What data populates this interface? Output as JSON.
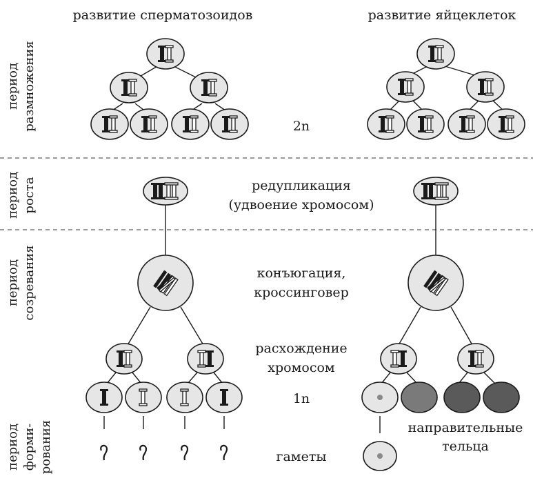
{
  "columns": {
    "sperm": "развитие сперматозоидов",
    "egg": "развитие яйцеклеток"
  },
  "periods": {
    "reproduction": [
      "период",
      "размножения"
    ],
    "growth": [
      "период",
      "роста"
    ],
    "maturation": [
      "период",
      "созревания"
    ],
    "formation": [
      "период",
      "форми-",
      "рования"
    ]
  },
  "annotations": {
    "diploid": "2n",
    "replication_1": "редупликация",
    "replication_2": "(удвоение хромосом)",
    "conjugation_1": "конъюгация,",
    "conjugation_2": "кроссинговер",
    "divergence_1": "расхождение",
    "divergence_2": "хромосом",
    "haploid": "1n",
    "polar_1": "направительные",
    "polar_2": "тельца",
    "gametes": "гаметы"
  },
  "colors": {
    "cell_fill": "#e6e6e6",
    "polar_body_fill": "#7a7a7a",
    "polar_body_dark": "#5a5a5a",
    "divider": "#9a9a9a"
  }
}
